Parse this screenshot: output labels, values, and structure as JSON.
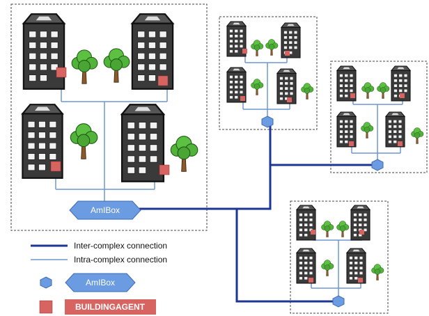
{
  "diagram": {
    "box_label": "AmIBox",
    "legend": {
      "inter": "Inter-complex connection",
      "intra": "Intra-complex connection",
      "amibox": "AmIBox",
      "agent": "BUILDINGAGENT"
    }
  },
  "colors": {
    "inter_line": "#1d3594",
    "intra_line": "#6f95d3",
    "amibox_fill": "#6b9be0",
    "agent_fill": "#d86462",
    "building_dark": "#3d3d3d",
    "window": "#f2f2f2",
    "tree_green": "#52b33b",
    "trunk": "#8a5a2b"
  }
}
